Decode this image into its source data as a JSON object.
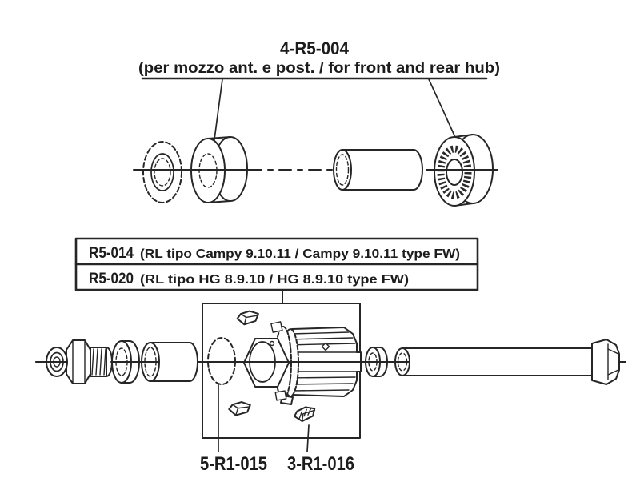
{
  "diagram": {
    "top_label": {
      "code": "4-R5-004",
      "description": "(per mozzo ant. e post. / for front and rear hub)"
    },
    "kit_table": {
      "rows": [
        {
          "code": "R5-014",
          "description": "(RL tipo Campy 9.10.11 / Campy 9.10.11 type FW)"
        },
        {
          "code": "R5-020",
          "description": "(RL tipo HG 8.9.10 / HG 8.9.10 type FW)"
        }
      ]
    },
    "part_labels": [
      {
        "code": "5-R1-015"
      },
      {
        "code": "3-R1-016"
      }
    ],
    "colors": {
      "line": "#262626",
      "background": "#ffffff"
    }
  }
}
